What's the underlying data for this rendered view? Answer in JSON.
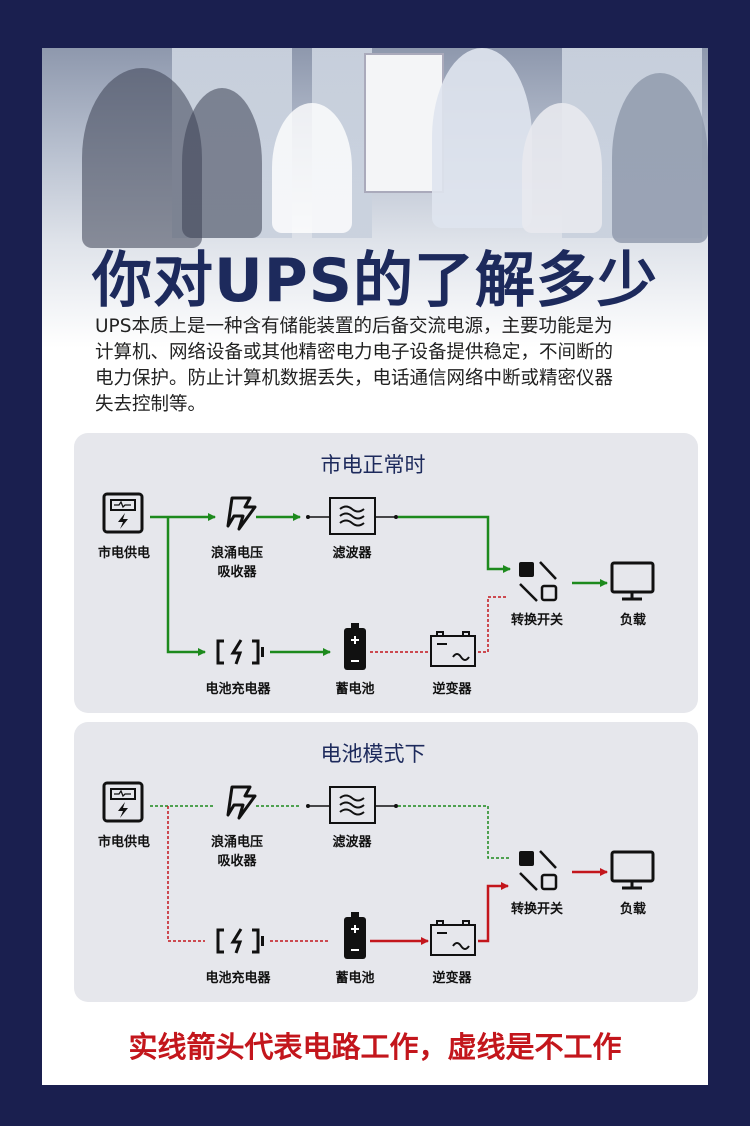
{
  "title": "你对UPS的了解多少",
  "intro_lines": [
    "UPS本质上是一种含有储能装置的后备交流电源，主要功能是为",
    "计算机、网络设备或其他精密电力电子设备提供稳定，不间断的",
    "电力保护。防止计算机数据丢失，电话通信网络中断或精密仪器",
    "失去控制等。"
  ],
  "labels": {
    "mains": "市电供电",
    "surge_1": "浪涌电压",
    "surge_2": "吸收器",
    "filter": "滤波器",
    "switch": "转换开关",
    "load": "负载",
    "charger": "电池充电器",
    "battery": "蓄电池",
    "inverter": "逆变器"
  },
  "panels": [
    {
      "title": "市电正常时",
      "edges": {
        "mains_surge": "solid-green",
        "surge_filter": "solid-green",
        "filter_switch": "solid-green",
        "mains_charger": "solid-green",
        "charger_battery": "solid-green",
        "battery_inverter": "dashed-red",
        "inverter_switch": "dashed-red",
        "switch_load": "solid-green"
      }
    },
    {
      "title": "电池模式下",
      "edges": {
        "mains_surge": "dashed-green",
        "surge_filter": "dashed-green",
        "filter_switch": "dashed-green",
        "mains_charger": "dashed-red",
        "charger_battery": "dashed-red",
        "battery_inverter": "solid-red",
        "inverter_switch": "solid-red",
        "switch_load": "solid-red"
      }
    }
  ],
  "footer": "实线箭头代表电路工作，虚线是不工作",
  "colors": {
    "green": "#1d8a1d",
    "red": "#c3161c",
    "title": "#1d2a5c",
    "border": "#1a1f4f"
  }
}
